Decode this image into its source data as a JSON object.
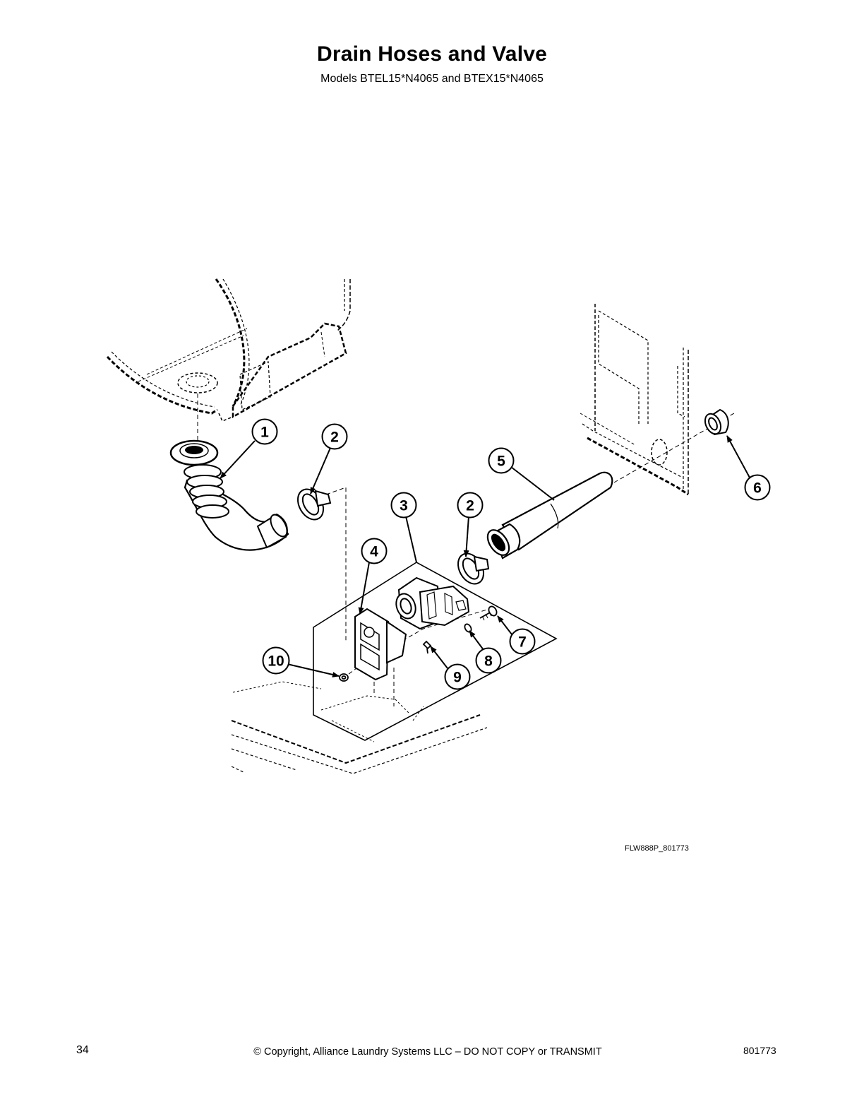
{
  "page": {
    "title": "Drain Hoses and Valve",
    "subtitle": "Models BTEL15*N4065 and BTEX15*N4065",
    "figure_code": "FLW888P_801773",
    "page_number": "34",
    "copyright": "© Copyright, Alliance Laundry Systems LLC – DO NOT COPY or TRANSMIT",
    "doc_number": "801773"
  },
  "callouts": [
    "1",
    "2",
    "3",
    "4",
    "2",
    "5",
    "6",
    "7",
    "8",
    "9",
    "10"
  ]
}
